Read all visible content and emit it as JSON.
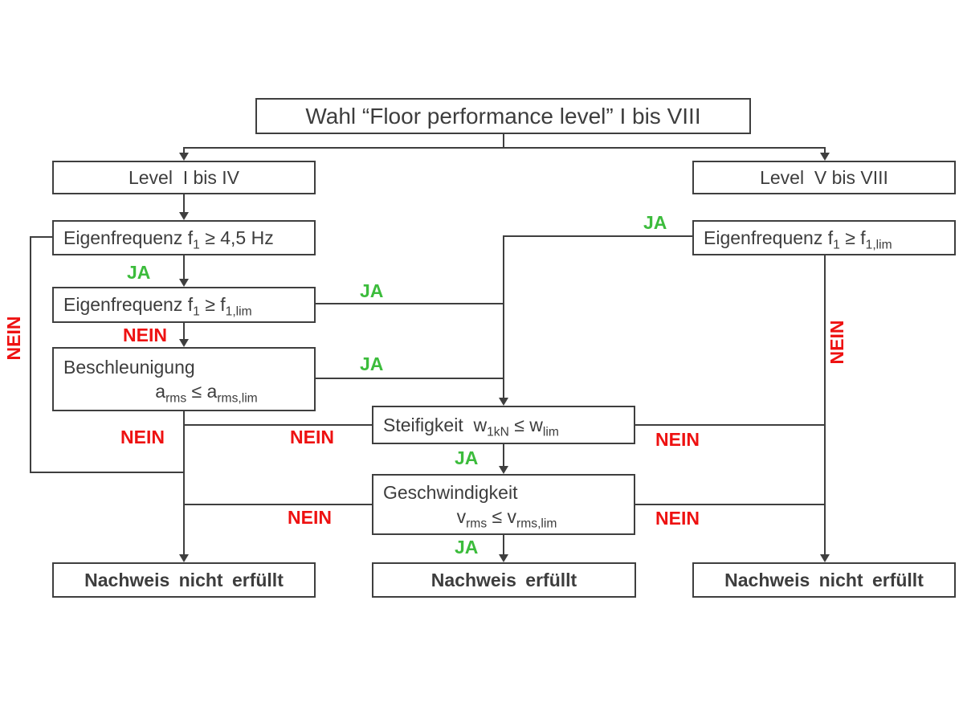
{
  "nodes": {
    "title": {
      "text": "Wahl “Floor performance level” I bis VIII"
    },
    "level_left": {
      "text": "Level  I bis IV"
    },
    "level_right": {
      "text": "Level  V bis VIII"
    },
    "freq45": {
      "pre": "Eigenfrequenz f",
      "sub1": "1",
      "mid": " ≥ 4,5 Hz"
    },
    "freqlim_left": {
      "pre": "Eigenfrequenz f",
      "sub1": "1",
      "mid": " ≥ f",
      "sub2": "1,lim"
    },
    "freqlim_right": {
      "pre": "Eigenfrequenz f",
      "sub1": "1",
      "mid": " ≥ f",
      "sub2": "1,lim"
    },
    "beschleunigung": {
      "line1": "Beschleunigung",
      "pre": "a",
      "sub1": "rms",
      "mid": " ≤ a",
      "sub2": "rms,lim"
    },
    "steifigkeit": {
      "pre": "Steifigkeit  w",
      "sub1": "1kN",
      "mid": " ≤ w",
      "sub2": "lim"
    },
    "geschwindigkeit": {
      "line1": "Geschwindigkeit",
      "pre": "v",
      "sub1": "rms",
      "mid": " ≤ v",
      "sub2": "rms,lim"
    },
    "result_left": {
      "text": "Nachweis nicht erfüllt"
    },
    "result_center": {
      "text": "Nachweis erfüllt"
    },
    "result_right": {
      "text": "Nachweis nicht erfüllt"
    }
  },
  "edge_labels": {
    "yes": "JA",
    "no": "NEIN"
  },
  "colors": {
    "yes": "#3cbc3c",
    "no": "#ee1111",
    "line": "#3f3f3f",
    "text": "#3d3d3d",
    "background": "#ffffff"
  }
}
